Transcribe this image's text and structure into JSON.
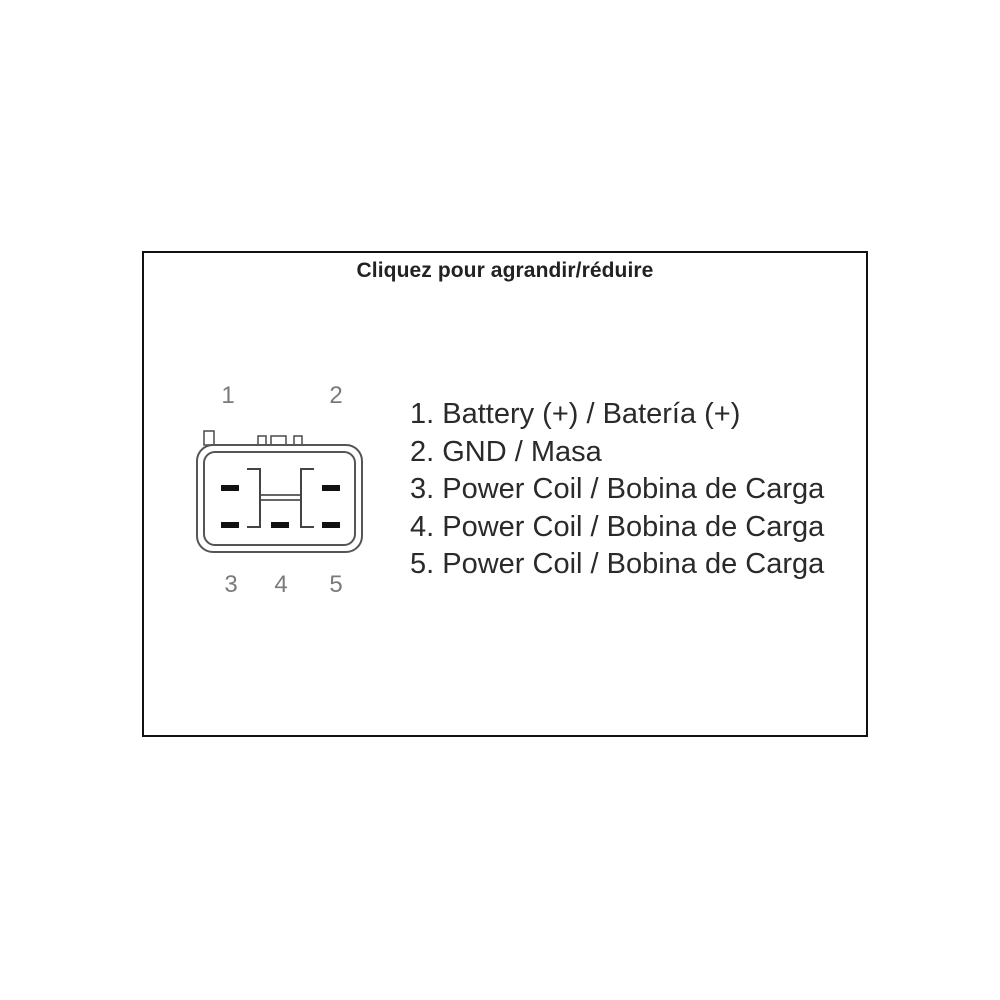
{
  "caption": "Cliquez pour agrandir/réduire",
  "pin_labels": {
    "p1": "1",
    "p2": "2",
    "p3": "3",
    "p4": "4",
    "p5": "5"
  },
  "legend": [
    "1. Battery (+) / Batería (+)",
    "2. GND / Masa",
    "3. Power Coil / Bobina de Carga",
    "4. Power Coil / Bobina de Carga",
    "5. Power Coil / Bobina de Carga"
  ],
  "colors": {
    "border": "#111111",
    "text": "#2a2a2a",
    "pin_number": "#7a7a7a",
    "connector_outline": "#555555",
    "terminal": "#111111"
  }
}
